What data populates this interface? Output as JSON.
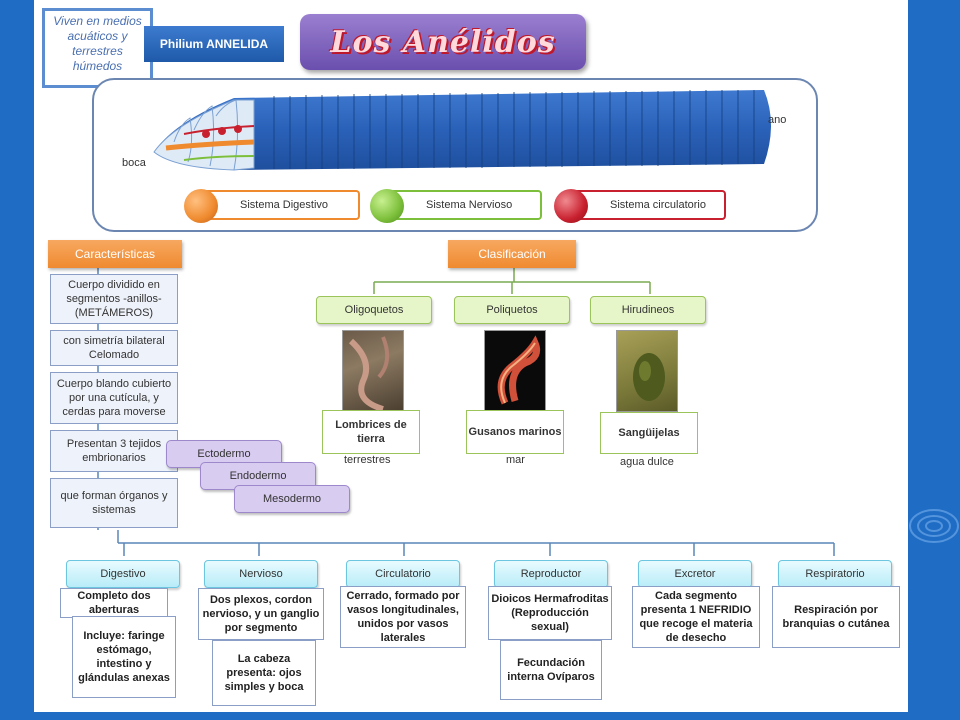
{
  "note": "Viven en medios acuáticos y terrestres húmedos",
  "phylum": "Philium ANNELIDA",
  "title": "Los Anélidos",
  "worm": {
    "mouth_label": "boca",
    "anus_label": "ano"
  },
  "legend": [
    {
      "label": "Sistema Digestivo",
      "color": "#ef8a2e"
    },
    {
      "label": "Sistema Nervioso",
      "color": "#7cbf3a"
    },
    {
      "label": "Sistema circulatorio",
      "color": "#c8202e"
    }
  ],
  "characteristics": {
    "header": "Características",
    "items": [
      "Cuerpo dividido en segmentos -anillos- (METÁMEROS)",
      "con simetría bilateral Celomado",
      "Cuerpo blando cubierto por una cutícula, y cerdas para moverse",
      "Presentan 3 tejidos embrionarios",
      "que forman órganos y sistemas"
    ],
    "tissues": [
      "Ectodermo",
      "Endodermo",
      "Mesodermo"
    ]
  },
  "classification": {
    "header": "Clasificación",
    "groups": [
      {
        "name": "Oligoquetos",
        "example": "Lombrices de tierra",
        "habitat": "terrestres"
      },
      {
        "name": "Poliquetos",
        "example": "Gusanos marinos",
        "habitat": "mar"
      },
      {
        "name": "Hirudineos",
        "example": "Sangüijelas",
        "habitat": "agua dulce"
      }
    ]
  },
  "systems": [
    {
      "name": "Digestivo",
      "details": [
        "Completo dos aberturas",
        "Incluye: faringe estómago, intestino y glándulas anexas"
      ]
    },
    {
      "name": "Nervioso",
      "details": [
        "Dos plexos, cordon nervioso, y un ganglio por segmento",
        "La cabeza presenta: ojos simples y boca"
      ]
    },
    {
      "name": "Circulatorio",
      "details": [
        "Cerrado, formado por vasos longitudinales, unidos por vasos laterales"
      ]
    },
    {
      "name": "Reproductor",
      "details": [
        "Dioicos Hermafroditas (Reproducción sexual)",
        "Fecundación interna Ovíparos"
      ]
    },
    {
      "name": "Excretor",
      "details": [
        "Cada segmento presenta 1 NEFRIDIO que recoge el materia de desecho"
      ]
    },
    {
      "name": "Respiratorio",
      "details": [
        "Respiración por branquias o cutánea"
      ]
    }
  ]
}
